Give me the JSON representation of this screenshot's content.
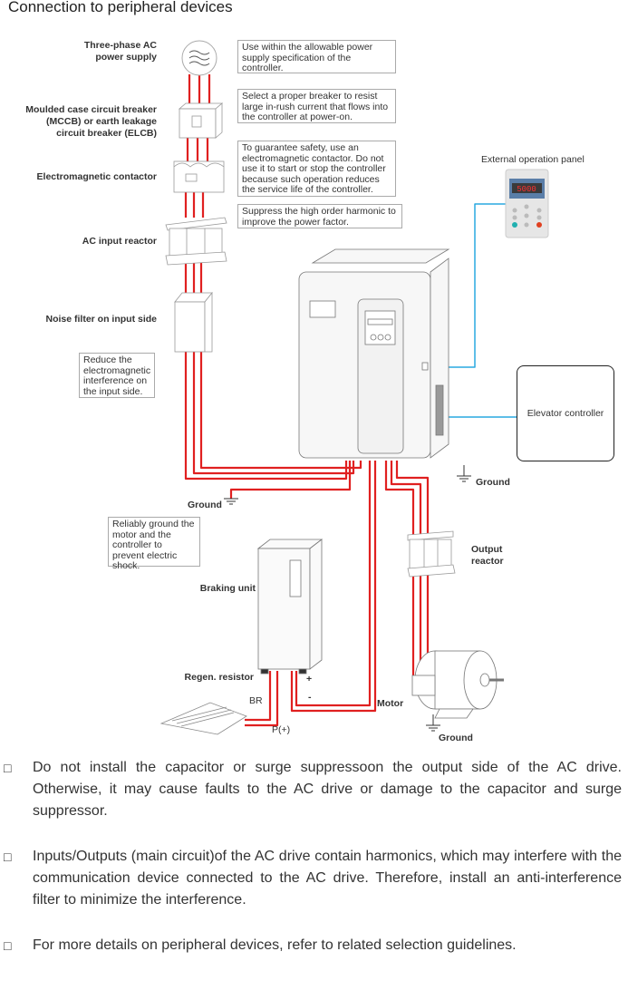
{
  "title": "Connection to peripheral devices",
  "wire_color": "#e02020",
  "signal_color": "#29a8e0",
  "components": {
    "power_supply": "Three-phase AC\npower supply",
    "mccb": "Moulded case circuit breaker\n(MCCB) or earth leakage\ncircuit breaker (ELCB)",
    "contactor": "Electromagnetic contactor",
    "input_reactor": "AC input reactor",
    "noise_filter": "Noise filter on input side",
    "external_panel": "External operation panel",
    "panel_display": "5000",
    "elevator_controller": "Elevator controller",
    "ground_right": "Ground",
    "ground_left": "Ground",
    "ground_motor": "Ground",
    "output_reactor": "Output\nreactor",
    "braking_unit": "Braking unit",
    "regen_resistor": "Regen. resistor",
    "motor": "Motor",
    "terminal_br": "BR",
    "terminal_p": "P(+)",
    "terminal_plus": "+",
    "terminal_minus": "-"
  },
  "notes": {
    "power_supply": "Use within the allowable power supply specification of the controller.",
    "mccb": "Select a proper breaker to resist large in-rush current that flows into the controller at power-on.",
    "contactor": "To guarantee safety, use an electromagnetic contactor. Do not use it to start or stop the controller because such operation reduces the service life of the controller.",
    "input_reactor": "Suppress the high order harmonic to improve the power factor.",
    "noise_filter": "Reduce the electromagnetic interference on the input side.",
    "ground": "Reliably ground the motor and the controller to prevent electric shock."
  },
  "bullets": [
    {
      "mark": "□",
      "text": "Do not install the capacitor or surge suppressoon  the output side of the AC drive. Otherwise, it may cause faults to the AC drive or damage to the capacitor and surge suppressor."
    },
    {
      "mark": "□",
      "text": "Inputs/Outputs (main circuit)of the  AC drive contain harmonics, which may interfere with the communication device connected to the AC drive. Therefore, install an anti-interference filter to minimize the interference."
    },
    {
      "mark": "□",
      "text": "For more details on peripheral devices, refer to related selection guidelines."
    }
  ]
}
